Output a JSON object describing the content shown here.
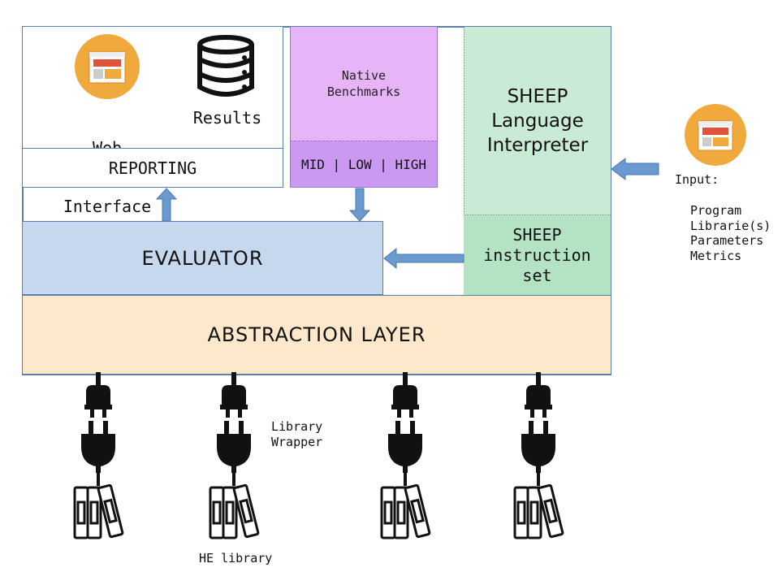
{
  "reporting": {
    "web_interface_line1": "Web",
    "web_interface_line2": "Interface",
    "results_label": "Results",
    "label": "REPORTING"
  },
  "native_benchmarks": {
    "line1": "Native",
    "line2": "Benchmarks",
    "levels": "MID | LOW | HIGH"
  },
  "sheep_interpreter": {
    "line1": "SHEEP",
    "line2": "Language",
    "line3": "Interpreter"
  },
  "sheep_instruction_set": {
    "line1": "SHEEP",
    "line2": "instruction",
    "line3": "set"
  },
  "evaluator": {
    "label": "EVALUATOR"
  },
  "abstraction_layer": {
    "label": "ABSTRACTION LAYER"
  },
  "input": {
    "title": "Input:",
    "items": [
      "Program",
      "Librarie(s)",
      "Parameters",
      "Metrics"
    ]
  },
  "library_wrapper": {
    "line1": "Library",
    "line2": "Wrapper"
  },
  "he_library": {
    "label": "HE library"
  },
  "colors": {
    "frame": "#5b7fa6",
    "arrow": "#6b9ad0",
    "native": "#e6b4f7",
    "native_levels": "#cc99f2",
    "sheep": "#c9ead4",
    "sheep_instr": "#b3e3c3",
    "evaluator": "#c5d8ee",
    "abstraction": "#fde8cc",
    "browser_icon": "#f0a93c"
  },
  "icons": [
    "browser-icon",
    "database-icon",
    "plug-icon",
    "books-icon"
  ]
}
